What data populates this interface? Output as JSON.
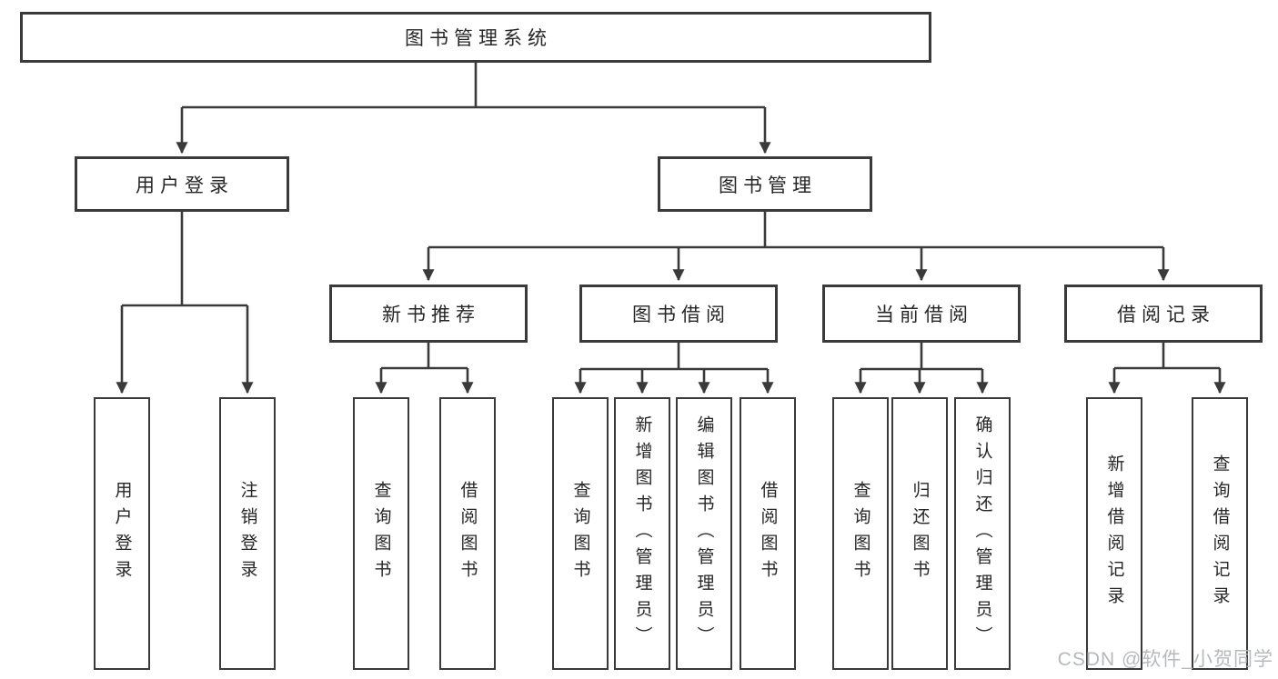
{
  "diagram_title": "图书管理系统",
  "style": {
    "line_color": "#3a3a3a",
    "box_border_color": "#3a3a3a",
    "box_fill": "#ffffff",
    "text_color": "#262626",
    "watermark_color": "#b6b9bd"
  },
  "tree": {
    "label": "图书管理系统",
    "children": [
      {
        "label": "用户登录",
        "children": [
          {
            "label": "用户登录"
          },
          {
            "label": "注销登录"
          }
        ]
      },
      {
        "label": "图书管理",
        "children": [
          {
            "label": "新书推荐",
            "children": [
              {
                "label": "查询图书"
              },
              {
                "label": "借阅图书"
              }
            ]
          },
          {
            "label": "图书借阅",
            "children": [
              {
                "label": "查询图书"
              },
              {
                "label": "新增图书（管理员）"
              },
              {
                "label": "编辑图书（管理员）"
              },
              {
                "label": "借阅图书"
              }
            ]
          },
          {
            "label": "当前借阅",
            "children": [
              {
                "label": "查询图书"
              },
              {
                "label": "归还图书"
              },
              {
                "label": "确认归还（管理员）"
              }
            ]
          },
          {
            "label": "借阅记录",
            "children": [
              {
                "label": "新增借阅记录"
              },
              {
                "label": "查询借阅记录"
              }
            ]
          }
        ]
      }
    ]
  },
  "watermark": {
    "text": "CSDN @软件_小贺同学"
  }
}
